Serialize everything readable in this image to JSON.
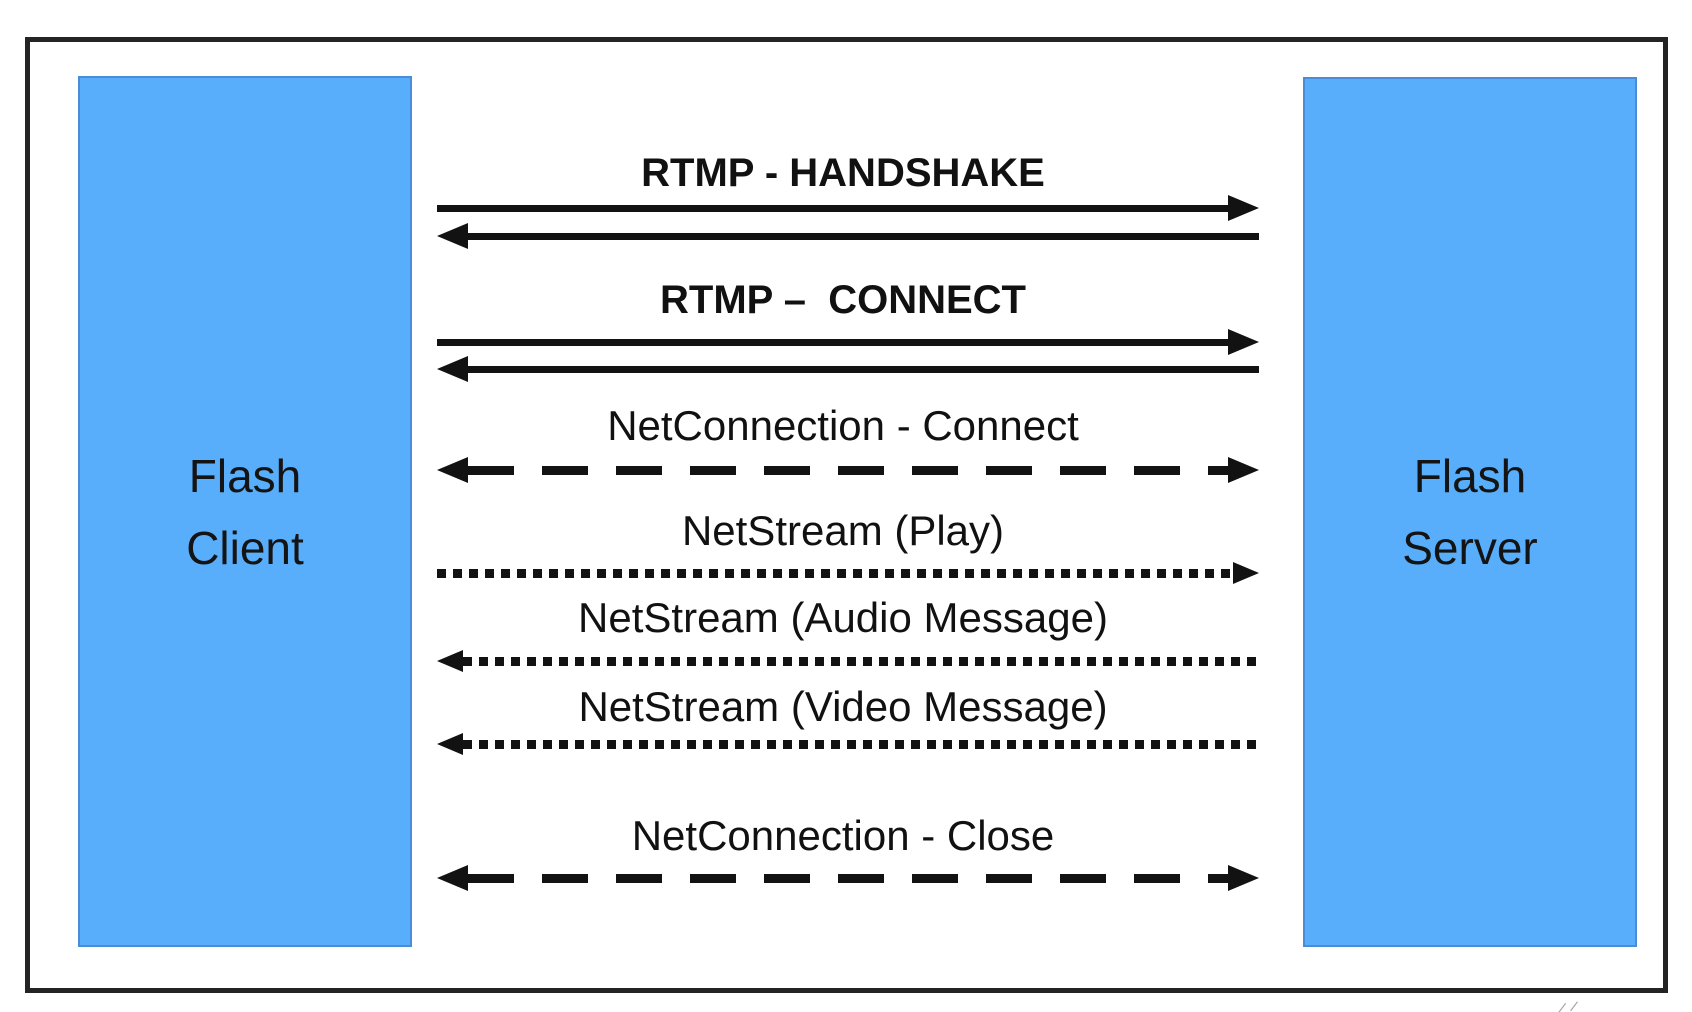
{
  "diagram": {
    "participants": {
      "client": {
        "line1": "Flash",
        "line2": "Client"
      },
      "server": {
        "line1": "Flash",
        "line2": "Server"
      }
    },
    "messages": [
      {
        "label": "RTMP - HANDSHAKE",
        "line_style": "solid",
        "directions": [
          "right",
          "left"
        ],
        "emphasis": "bold"
      },
      {
        "label": "RTMP –  CONNECT",
        "line_style": "solid",
        "directions": [
          "right",
          "left"
        ],
        "emphasis": "bold"
      },
      {
        "label": "NetConnection - Connect",
        "line_style": "dashed",
        "directions": [
          "both"
        ],
        "emphasis": "normal"
      },
      {
        "label": "NetStream (Play)",
        "line_style": "dotted",
        "directions": [
          "right"
        ],
        "emphasis": "normal"
      },
      {
        "label": "NetStream (Audio Message)",
        "line_style": "dotted",
        "directions": [
          "left"
        ],
        "emphasis": "normal"
      },
      {
        "label": "NetStream (Video Message)",
        "line_style": "dotted",
        "directions": [
          "left"
        ],
        "emphasis": "normal"
      },
      {
        "label": "NetConnection - Close",
        "line_style": "dashed",
        "directions": [
          "both"
        ],
        "emphasis": "normal"
      }
    ],
    "colors": {
      "participant_fill": "#58AEFA",
      "participant_border": "#4A8CD6",
      "arrow": "#121212",
      "outer_border": "#242424",
      "background": "#FFFFFF",
      "text": "#111111"
    }
  }
}
